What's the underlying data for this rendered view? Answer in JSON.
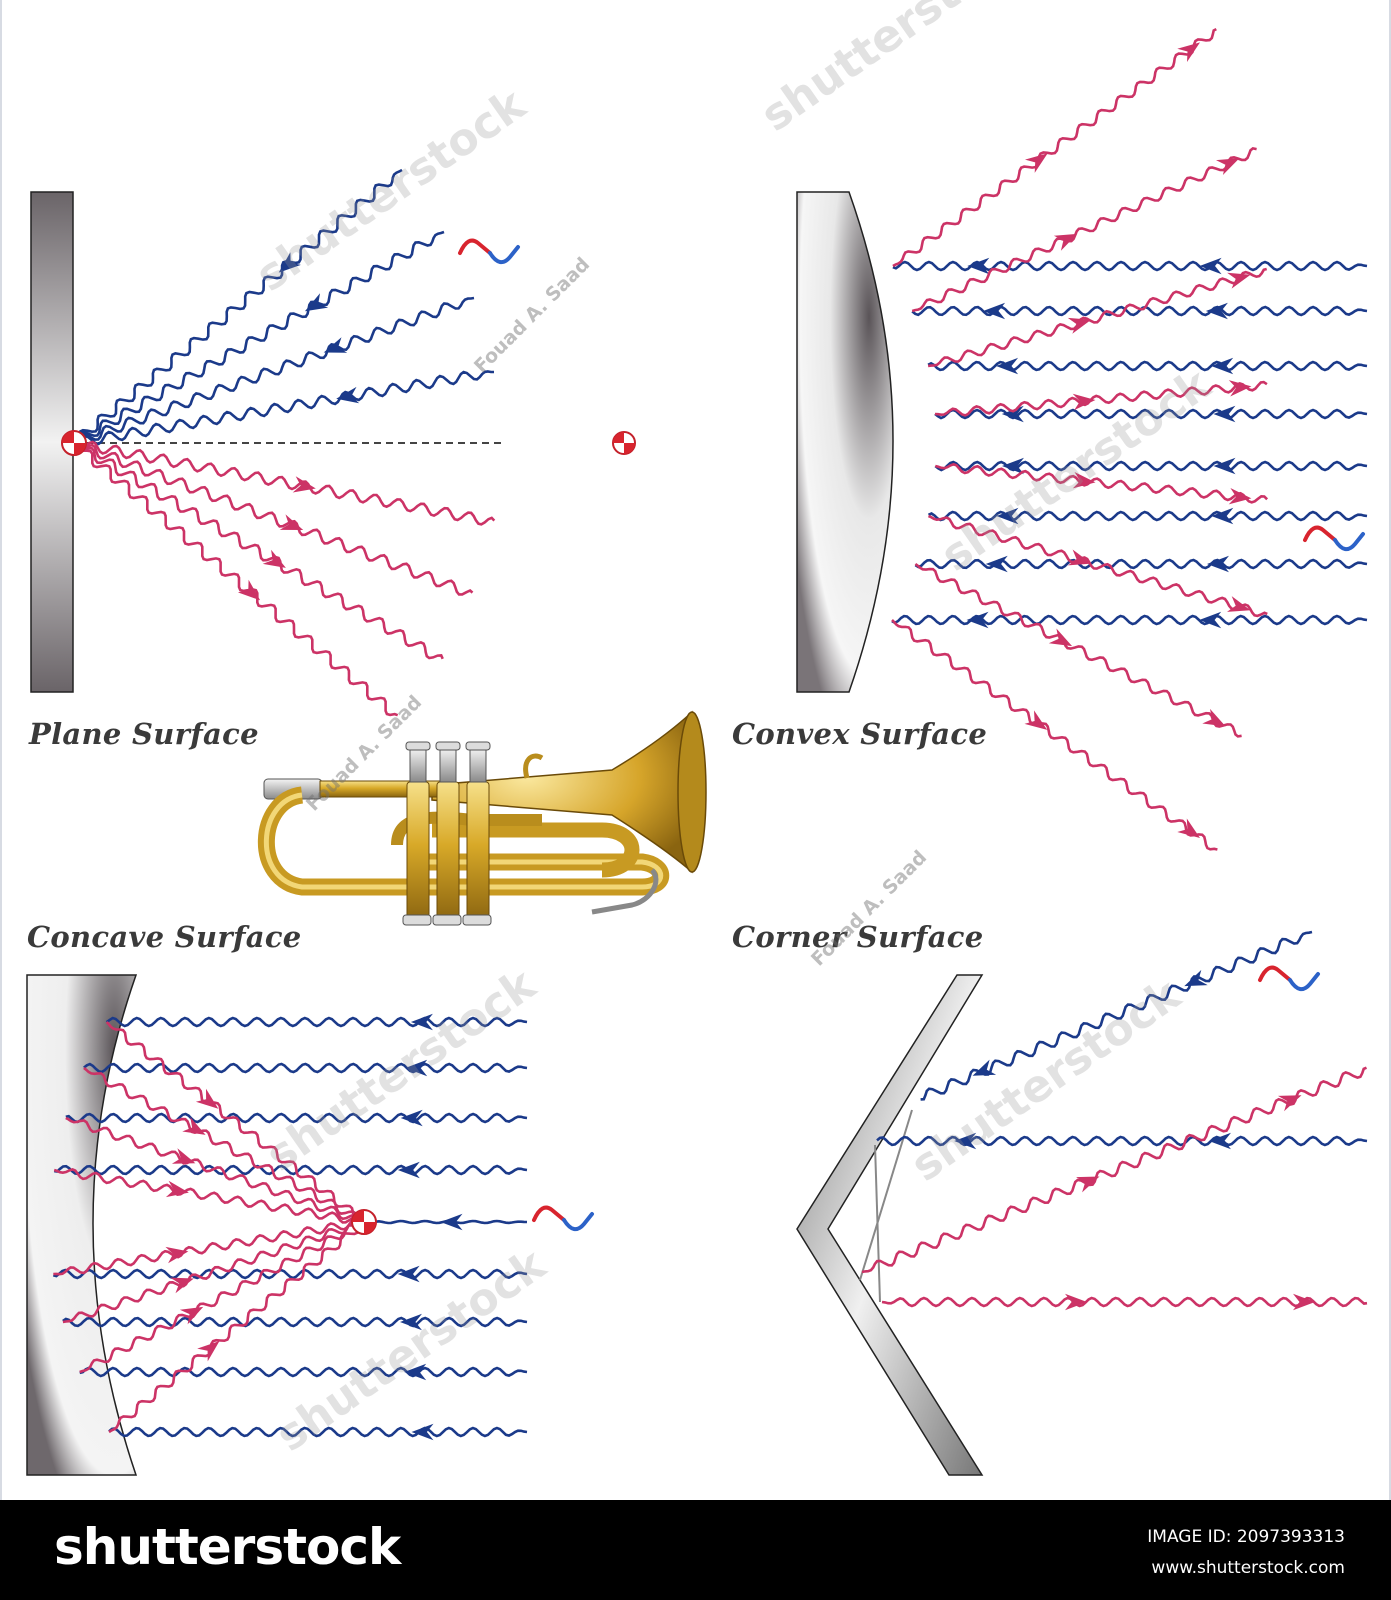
{
  "panels": {
    "plane": {
      "label": "Plane Surface"
    },
    "convex": {
      "label": "Convex Surface"
    },
    "concave": {
      "label": "Concave Surface"
    },
    "corner": {
      "label": "Corner Surface"
    }
  },
  "watermarks": {
    "stock": "shutterstock",
    "credit": "Fouad A. Saad"
  },
  "footer": {
    "logo": "shutterstock",
    "image_id_label": "IMAGE ID: 2097393313",
    "url": "www.shutterstock.com"
  },
  "colors": {
    "incident_wave": "#1b3a8a",
    "reflected_wave": "#cc3366",
    "surface_dark": "#6e6a6e",
    "surface_light": "#f4f4f4",
    "horn_gold": "#d4a52a",
    "background": "#ffffff"
  },
  "icons": {
    "sound_source": "red-white-target-icon",
    "wave_symbol": "red-blue-squiggle-icon",
    "instrument": "trumpet-icon"
  }
}
